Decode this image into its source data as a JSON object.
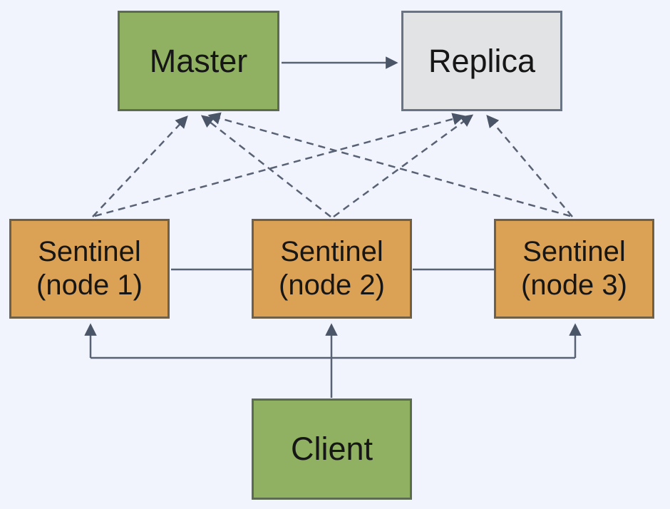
{
  "background_color": "#f1f4fc",
  "diagram": {
    "line_color": "#596275",
    "arrow_color": "#4a5568",
    "nodes": {
      "master": {
        "label": "Master",
        "fill": "#8fb161"
      },
      "replica": {
        "label": "Replica",
        "fill": "#e2e3e4"
      },
      "sentinel1": {
        "label_line1": "Sentinel",
        "label_line2": "(node 1)",
        "fill": "#dba154"
      },
      "sentinel2": {
        "label_line1": "Sentinel",
        "label_line2": "(node 2)",
        "fill": "#dba154"
      },
      "sentinel3": {
        "label_line1": "Sentinel",
        "label_line2": "(node 3)",
        "fill": "#dba154"
      },
      "client": {
        "label": "Client",
        "fill": "#8fb161"
      }
    },
    "edges": [
      {
        "from": "master",
        "to": "replica",
        "style": "solid",
        "arrow": "end"
      },
      {
        "from": "sentinel1",
        "to": "sentinel2",
        "style": "solid",
        "arrow": "none"
      },
      {
        "from": "sentinel2",
        "to": "sentinel3",
        "style": "solid",
        "arrow": "none"
      },
      {
        "from": "client",
        "to": "sentinel1",
        "style": "solid",
        "arrow": "end"
      },
      {
        "from": "client",
        "to": "sentinel2",
        "style": "solid",
        "arrow": "end"
      },
      {
        "from": "client",
        "to": "sentinel3",
        "style": "solid",
        "arrow": "end"
      },
      {
        "from": "sentinel1",
        "to": "master",
        "style": "dashed",
        "arrow": "end"
      },
      {
        "from": "sentinel1",
        "to": "replica",
        "style": "dashed",
        "arrow": "end"
      },
      {
        "from": "sentinel2",
        "to": "master",
        "style": "dashed",
        "arrow": "end"
      },
      {
        "from": "sentinel2",
        "to": "replica",
        "style": "dashed",
        "arrow": "end"
      },
      {
        "from": "sentinel3",
        "to": "master",
        "style": "dashed",
        "arrow": "end"
      },
      {
        "from": "sentinel3",
        "to": "replica",
        "style": "dashed",
        "arrow": "end"
      }
    ]
  }
}
